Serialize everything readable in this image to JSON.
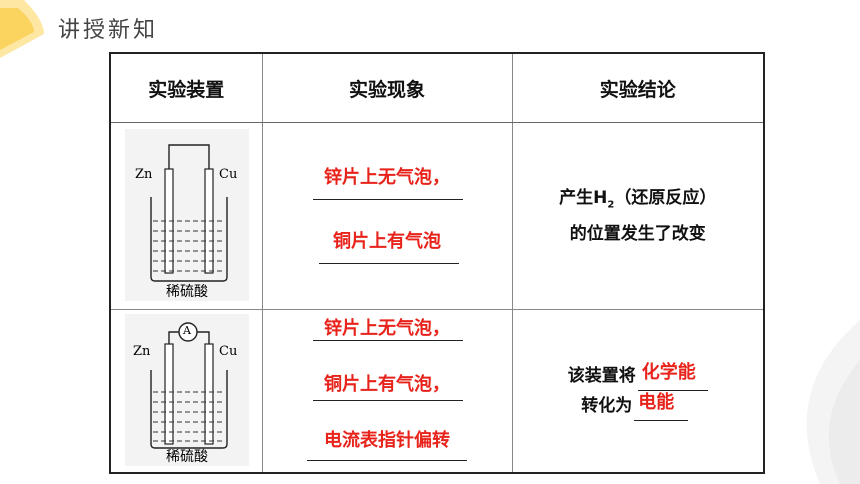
{
  "header": {
    "title": "讲授新知"
  },
  "colors": {
    "accent_yellow": "#fbd45f",
    "answer_red": "#e8231b",
    "border": "#222222"
  },
  "table": {
    "headers": [
      "实验装置",
      "实验现象",
      "实验结论"
    ],
    "row1": {
      "figure": {
        "left_label": "Zn",
        "right_label": "Cu",
        "caption": "稀硫酸"
      },
      "observations": [
        "锌片上无气泡，",
        "铜片上有气泡"
      ],
      "conclusion": {
        "line1_pre": "产生H",
        "line1_sub": "2",
        "line1_post": "（还原反应）",
        "line2": "的位置发生了改变"
      }
    },
    "row2": {
      "figure": {
        "left_label": "Zn",
        "right_label": "Cu",
        "meter_label": "A",
        "caption": "稀硫酸"
      },
      "observations": [
        "锌片上无气泡，",
        "铜片上有气泡，",
        "电流表指针偏转"
      ],
      "conclusion": {
        "line1_text": "该装置将",
        "line1_answer": "化学能",
        "line2_text": "转化为",
        "line2_answer": "电能"
      }
    }
  }
}
